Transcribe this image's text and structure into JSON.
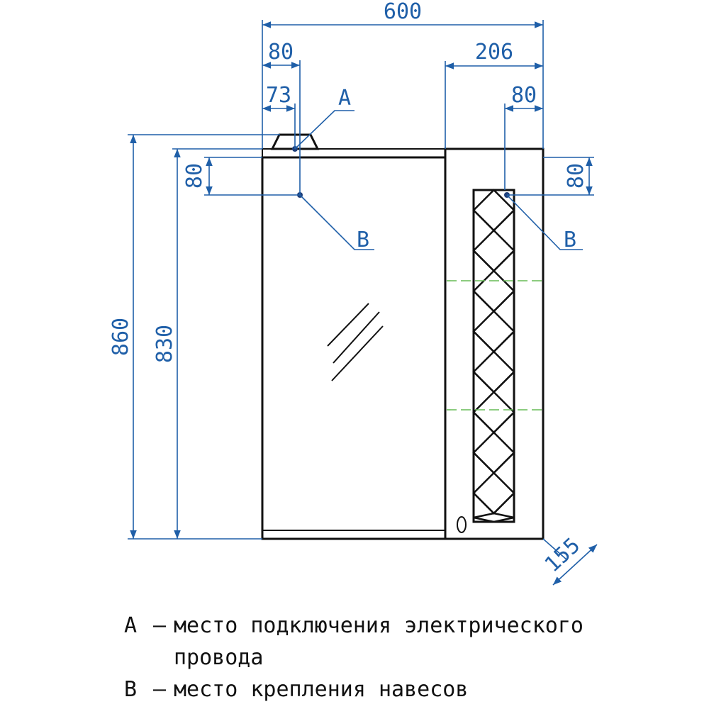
{
  "dimensions": {
    "overall_width": "600",
    "left_offset_outer": "80",
    "left_offset_inner": "73",
    "cabinet_width": "206",
    "right_offset": "80",
    "left_vertical_offset": "80",
    "right_vertical_offset": "80",
    "overall_height": "860",
    "body_height": "830",
    "depth": "155"
  },
  "markers": {
    "a": "A",
    "b_left": "B",
    "b_right": "B"
  },
  "legend": [
    {
      "key": "A",
      "dash": "–",
      "text": "место подключения электрического провода"
    },
    {
      "key": "B",
      "dash": "–",
      "text": "место крепления навесов"
    }
  ],
  "colors": {
    "dimension": "#1f5fa8",
    "outline": "#111111",
    "shelf": "#66bb55"
  }
}
